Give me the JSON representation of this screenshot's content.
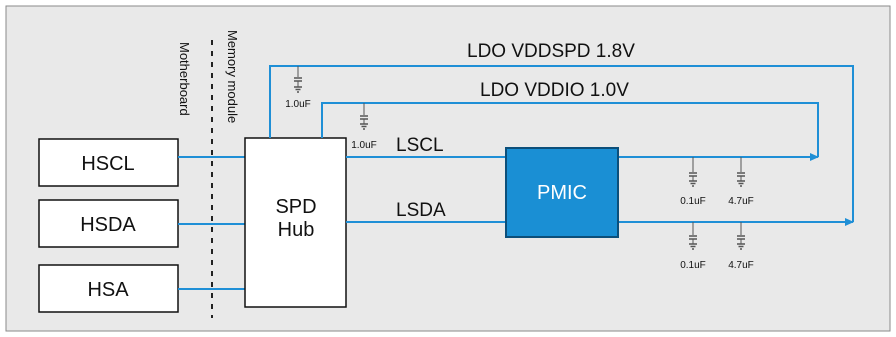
{
  "blocks": {
    "hscl": "HSCL",
    "hsda": "HSDA",
    "hsa": "HSA",
    "spd_hub_line1": "SPD",
    "spd_hub_line2": "Hub",
    "pmic": "PMIC"
  },
  "rails": {
    "vddspd": "LDO VDDSPD 1.8V",
    "vddio": "LDO VDDIO 1.0V"
  },
  "signals": {
    "lscl": "LSCL",
    "lsda": "LSDA"
  },
  "zones": {
    "motherboard": "Motherboard",
    "memory_module": "Memory module"
  },
  "capacitors": {
    "vddspd_cap": "1.0uF",
    "vddio_cap": "1.0uF",
    "pmic_out1_cap_a": "0.1uF",
    "pmic_out1_cap_b": "4.7uF",
    "pmic_out2_cap_a": "0.1uF",
    "pmic_out2_cap_b": "4.7uF"
  },
  "colors": {
    "background": "#e9e9e9",
    "wire": "#1f8fd6",
    "pmic_fill": "#1a8fd4",
    "pmic_border": "#0c4f7a",
    "box_stroke": "#111111",
    "text": "#111111",
    "ground": "#555555"
  }
}
